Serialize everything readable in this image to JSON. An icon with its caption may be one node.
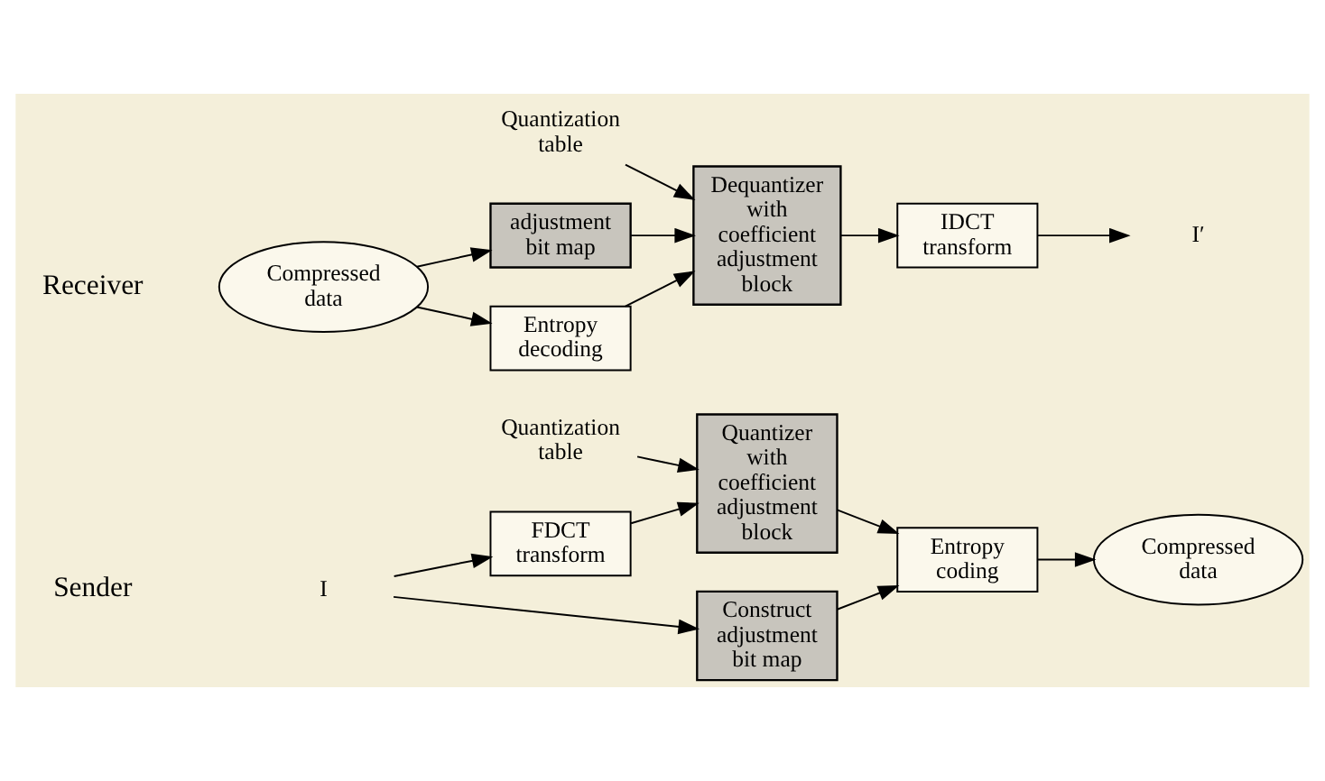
{
  "diagram": {
    "nodes": [
      {
        "text": [
          "I"
        ]
      },
      {
        "text": [
          "Construct adjustment bit map"
        ]
      },
      {
        "text": [
          "FDCT transform"
        ]
      },
      {
        "text": [
          "Quantization table"
        ]
      },
      {
        "text": [
          "Quantizer with coefficient adjustment block"
        ]
      },
      {
        "text": [
          "Entropy coding"
        ]
      },
      {
        "text": [
          "Compressed data"
        ]
      },
      {
        "text": [
          "Compressed data"
        ]
      },
      {
        "text": [
          "adjustment bit map"
        ]
      },
      {
        "text": [
          "Entropy decoding"
        ]
      },
      {
        "text": [
          "Quantization table"
        ]
      },
      {
        "text": [
          "Dequantizer with coefficient adjustment block"
        ]
      },
      {
        "text": [
          "IDCT transform"
        ]
      },
      {
        "text": [
          "I′"
        ]
      }
    ],
    "edges": [
      {
        "from": 0,
        "to": 1,
        "arrow": "to"
      },
      {
        "from": 0,
        "to": 2,
        "arrow": "to"
      },
      {
        "from": 1,
        "to": 5,
        "arrow": "to"
      },
      {
        "from": 3,
        "to": 4,
        "arrow": "to"
      },
      {
        "from": 2,
        "to": 4,
        "arrow": "to"
      },
      {
        "from": 4,
        "to": 5,
        "arrow": "to"
      },
      {
        "from": 5,
        "to": 6,
        "arrow": "to"
      },
      {
        "from": 7,
        "to": 8,
        "arrow": "to"
      },
      {
        "from": 7,
        "to": 9,
        "arrow": "to"
      },
      {
        "from": 8,
        "to": 11,
        "arrow": "to"
      },
      {
        "from": 10,
        "to": 11,
        "arrow": "to"
      },
      {
        "from": 9,
        "to": 11,
        "arrow": "to"
      },
      {
        "from": 11,
        "to": 12,
        "arrow": "to"
      },
      {
        "from": 12,
        "to": 13,
        "arrow": "to"
      }
    ],
    "labels": [
      "Sender",
      "Receiver"
    ]
  }
}
